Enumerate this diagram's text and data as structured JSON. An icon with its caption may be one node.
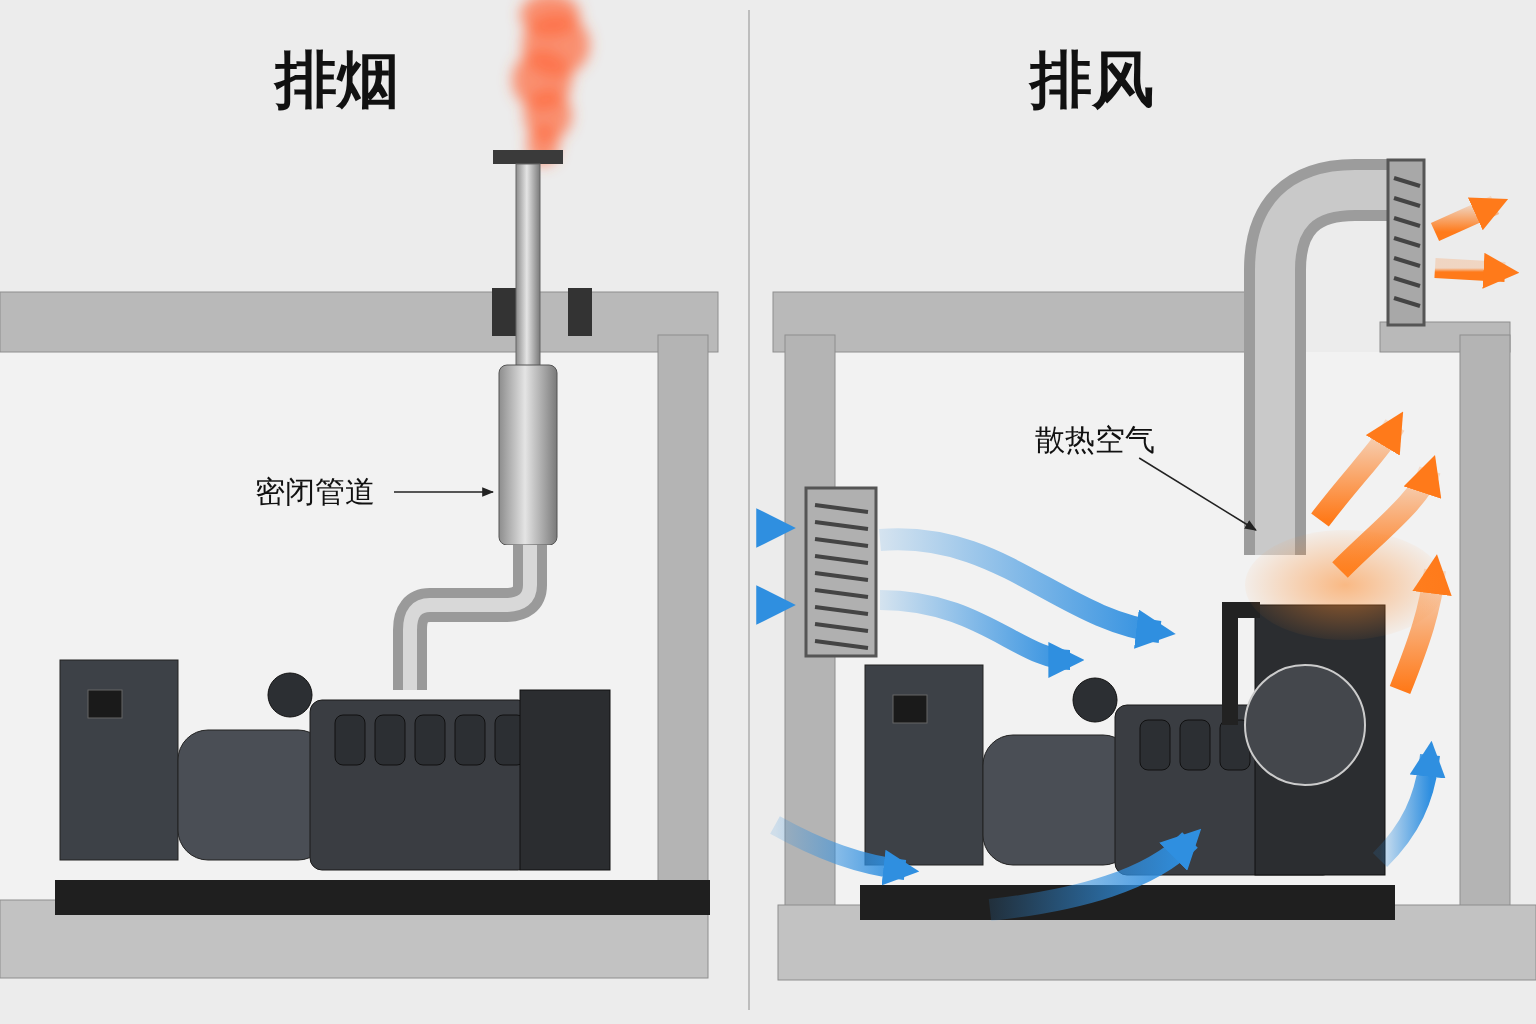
{
  "diagram": {
    "nodes": [
      {
        "text": [
          "密闭管道"
        ]
      },
      {
        "text": [],
        "shape": "picture"
      },
      {
        "text": [
          "散热空气"
        ]
      },
      {
        "text": [],
        "shape": "cloud"
      }
    ],
    "edges": [
      {
        "from": 0,
        "to": 1,
        "arrow": "to"
      },
      {
        "from": 2,
        "to": 3,
        "arrow": "to"
      }
    ],
    "labels": [
      "排烟",
      "排风"
    ]
  }
}
